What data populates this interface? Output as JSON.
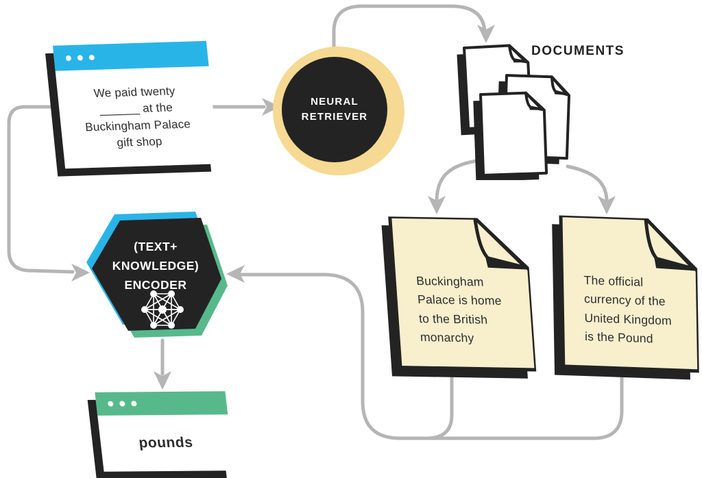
{
  "colors": {
    "blue": "#29b4e8",
    "green": "#57b98b",
    "yellow": "#f6d992",
    "cream": "#f8efcd",
    "ink": "#232323",
    "arrow": "#b5b5b5",
    "text": "#2d2d2d"
  },
  "query_card": {
    "lines": [
      "We paid twenty",
      "______ at the",
      "Buckingham Palace",
      "gift shop"
    ]
  },
  "retriever": {
    "lines": [
      "NEURAL",
      "RETRIEVER"
    ]
  },
  "documents_label": "DOCUMENTS",
  "encoder": {
    "lines": [
      "(TEXT+",
      "KNOWLEDGE)",
      "ENCODER"
    ]
  },
  "evidence_left": {
    "lines": [
      "Buckingham",
      "Palace is home",
      "to the British",
      "monarchy"
    ]
  },
  "evidence_right": {
    "lines": [
      "The official",
      "currency of the",
      "United Kingdom",
      "is the Pound"
    ]
  },
  "answer_card": {
    "label": "pounds"
  },
  "icons": {
    "window_dots": "three-dots",
    "knowledge_graph": "neural-network-graph",
    "document": "page-with-folded-corner"
  }
}
